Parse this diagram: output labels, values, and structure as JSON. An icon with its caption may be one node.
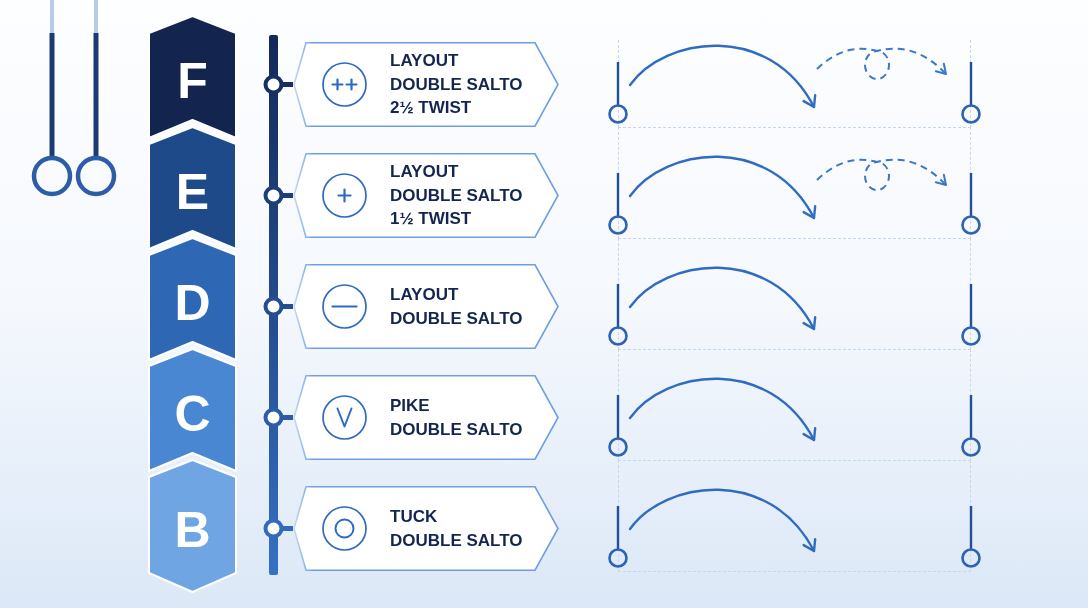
{
  "diagram": {
    "nodes": [
      {
        "text": [
          "F"
        ]
      },
      {
        "text": [
          "E"
        ]
      },
      {
        "text": [
          "D"
        ]
      },
      {
        "text": [
          "C"
        ]
      },
      {
        "text": [
          "B"
        ]
      },
      {
        "text": [],
        "shape": "bar"
      },
      {
        "text": [
          "LAYOUT",
          "DOUBLE SALTO",
          "2½ TWIST"
        ]
      },
      {
        "text": [
          "LAYOUT",
          "DOUBLE SALTO",
          "1½ TWIST"
        ]
      },
      {
        "text": [
          "LAYOUT",
          "DOUBLE SALTO"
        ]
      },
      {
        "text": [
          "PIKE",
          "DOUBLE SALTO"
        ]
      },
      {
        "text": [
          "TUCK",
          "DOUBLE SALTO"
        ]
      }
    ],
    "edges": [
      {
        "from": 5,
        "to": 6,
        "arrow": "other"
      },
      {
        "from": 5,
        "to": 7,
        "arrow": "other"
      },
      {
        "from": 5,
        "to": 8,
        "arrow": "other"
      },
      {
        "from": 5,
        "to": 9,
        "arrow": "other"
      },
      {
        "from": 5,
        "to": 10,
        "arrow": "other"
      }
    ]
  }
}
